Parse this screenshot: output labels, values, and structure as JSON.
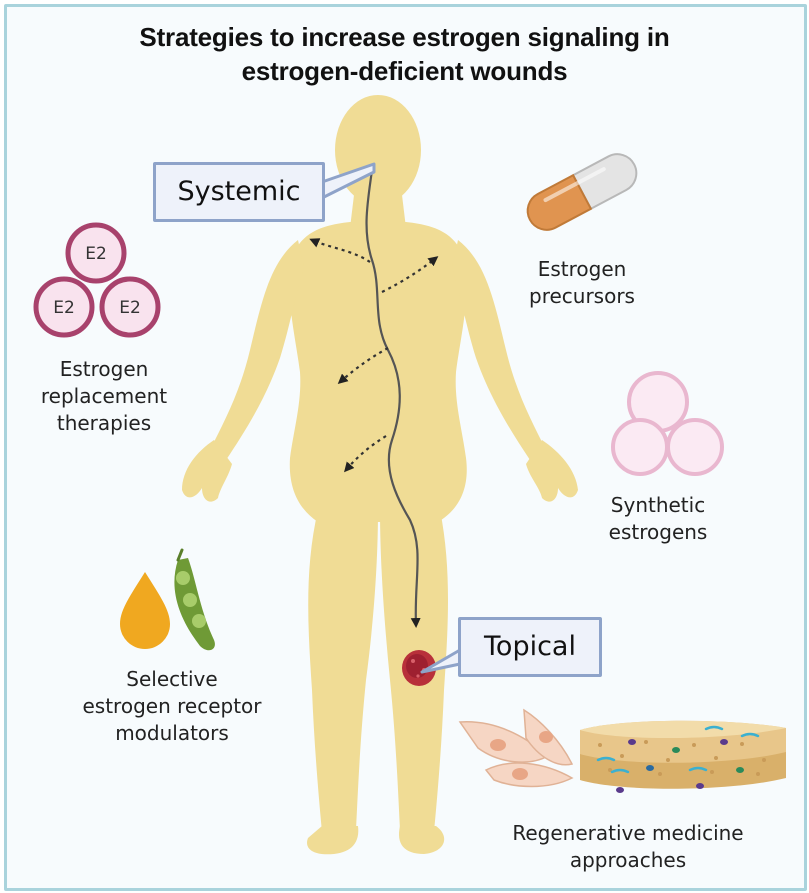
{
  "title": {
    "line1": "Strategies to increase estrogen signaling in",
    "line2": "estrogen-deficient wounds"
  },
  "callouts": {
    "systemic": "Systemic",
    "topical": "Topical"
  },
  "e2_molecules": [
    "E2",
    "E2",
    "E2"
  ],
  "strategies": {
    "estrogen_replacement": [
      "Estrogen",
      "replacement",
      "therapies"
    ],
    "estrogen_precursors": [
      "Estrogen",
      "precursors"
    ],
    "synthetic_estrogens": [
      "Synthetic",
      "estrogens"
    ],
    "serms": [
      "Selective",
      "estrogen receptor",
      "modulators"
    ],
    "regenerative": [
      "Regenerative medicine",
      "approaches"
    ]
  },
  "colors": {
    "frame_border": "#a9d3dc",
    "body_fill": "#f0dc95",
    "callout_border": "#8ea3c9",
    "callout_fill": "#eef2fa",
    "e2_ring": "#a8426c",
    "e2_fill": "#f9e3ee",
    "pill_orange": "#e09450",
    "pill_white": "#e2e2e2",
    "synthetic_ring": "#e9b7cf",
    "droplet": "#f0a820",
    "pod": "#6f9a36",
    "wound": "#b8303a",
    "cell": "#f6d6c4",
    "scaffold": "#e8c68a"
  }
}
